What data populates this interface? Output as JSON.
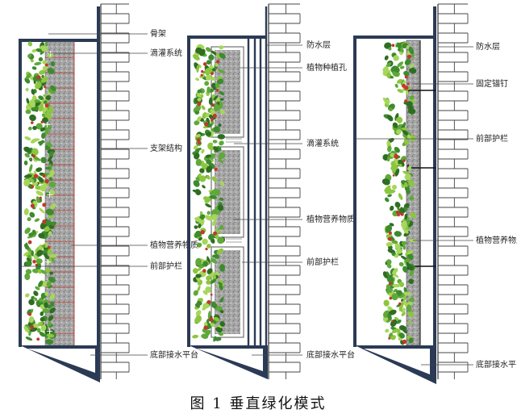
{
  "caption": "图 1  垂直绿化模式",
  "colors": {
    "frame": "#2b3a55",
    "wall": "#333333",
    "leaf_dark": "#3e8a2e",
    "leaf_light": "#8cc63f",
    "flower": "#c0392b",
    "substrate": "#9c9c9c",
    "irrigation": "#c0392b",
    "leader": "#444444"
  },
  "panel1": {
    "labels": [
      "骨架",
      "滴灌系统",
      "支架结构",
      "植物营养物质",
      "前部护栏",
      "底部接水平台"
    ]
  },
  "panel2": {
    "labels": [
      "防水层",
      "植物种植孔",
      "滴灌系统",
      "植物营养物质",
      "前部护栏",
      "底部接水平台"
    ]
  },
  "panel3": {
    "labels": [
      "防水层",
      "固定锚钉",
      "前部护栏",
      "植物营养物质",
      "底部接水平台"
    ]
  }
}
